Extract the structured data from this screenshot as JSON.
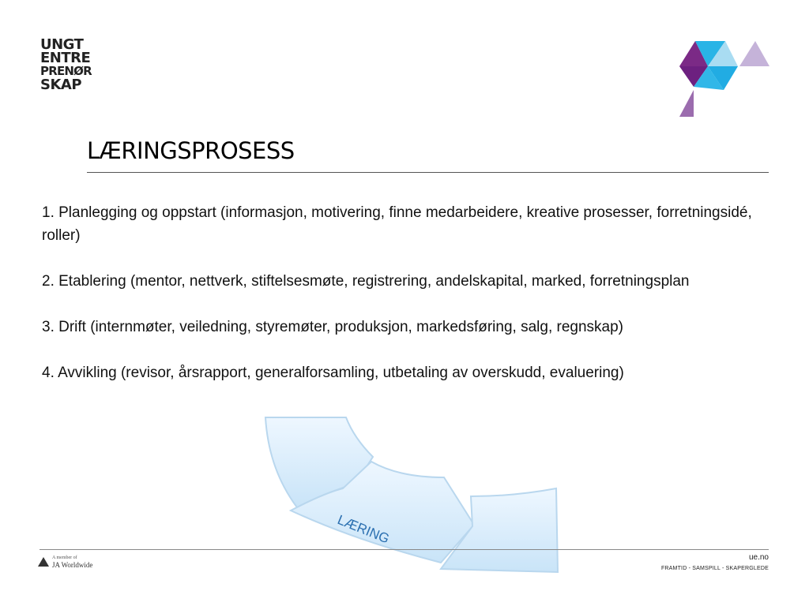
{
  "logo": {
    "lines": [
      "UNGT",
      "ENTRE",
      "PRENØR",
      "SKAP"
    ]
  },
  "title": "LÆRINGSPROSESS",
  "items": [
    "1. Planlegging og oppstart (informasjon, motivering, finne medarbeidere, kreative prosesser, forretningsidé, roller)",
    "2. Etablering (mentor, nettverk, stiftelsesmøte, registrering, andelskapital, marked, forretningsplan",
    "3. Drift (internmøter, veiledning, styremøter, produksjon, markedsføring, salg, regnskap)",
    "4. Avvikling (revisor, årsrapport, generalforsamling, utbetaling av overskudd, evaluering)"
  ],
  "graphic": {
    "label": "LÆRING",
    "icon": "learning-cycle-segments"
  },
  "footer": {
    "member_prefix": "A member of",
    "member_org": "JA Worldwide",
    "website": "ue.no",
    "tagline": "FRAMTID - SAMSPILL - SKAPERGLEDE"
  },
  "colors": {
    "purple": "#7b2a86",
    "cyan": "#2cb0e4",
    "light_cyan": "#a9dcf2",
    "lilac": "#c5b3d9",
    "segment_fill": "#dcefff",
    "segment_edge": "#b9d7ee"
  }
}
